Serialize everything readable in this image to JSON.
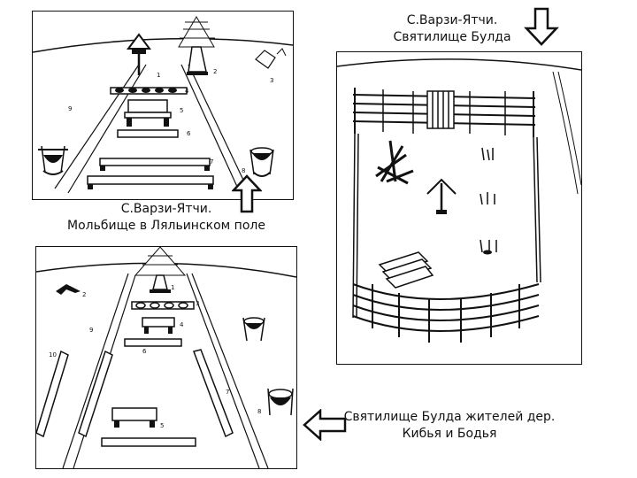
{
  "captions": {
    "top_right": [
      "С.Варзи-Ятчи.",
      "Святилище Булда"
    ],
    "top_left": [
      "С.Варзи-Ятчи.",
      "Мольбище в Ляльинском поле"
    ],
    "bottom_right": [
      "Святилище Булда жителей дер.",
      "Кибья и Бодья"
    ]
  },
  "panel1_labels": [
    "1",
    "2",
    "3",
    "4",
    "5",
    "6",
    "7",
    "8",
    "9"
  ],
  "panel3_labels": [
    "1",
    "2",
    "3",
    "4",
    "5",
    "6",
    "7",
    "8",
    "9",
    "10"
  ]
}
